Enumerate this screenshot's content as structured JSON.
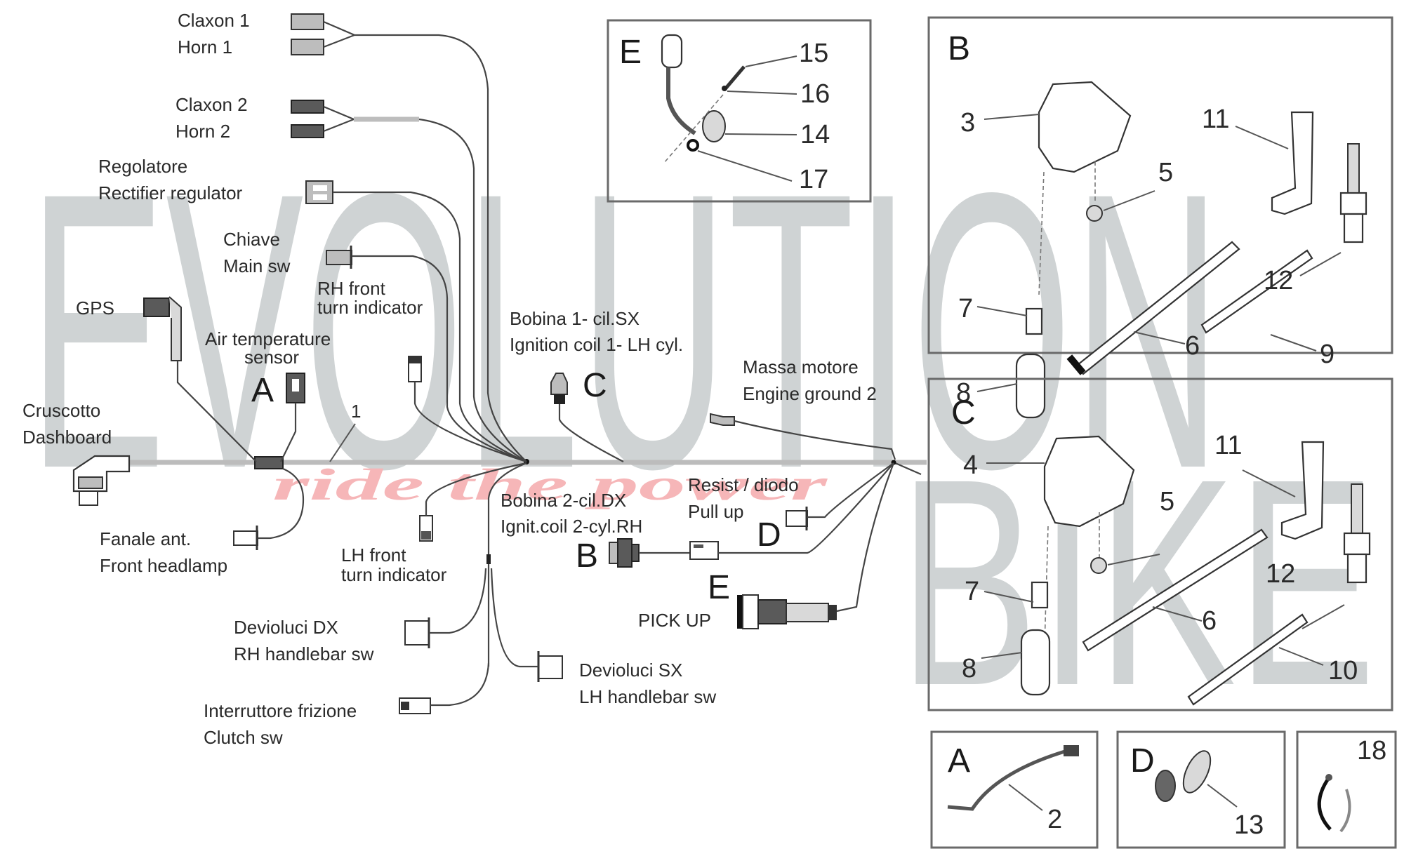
{
  "watermark": {
    "brand_line1": "EVOLUTION",
    "brand_line2": "BIKE",
    "slogan": "ride the power",
    "brand_color": "#cfd3d4",
    "slogan_color": "#f6b6b8"
  },
  "harness": {
    "item_number": "1",
    "connectors": [
      {
        "id": "horn1",
        "label_it": "Claxon 1",
        "label_en": "Horn 1"
      },
      {
        "id": "horn2",
        "label_it": "Claxon 2",
        "label_en": "Horn 2"
      },
      {
        "id": "regulator",
        "label_it": "Regolatore",
        "label_en": "Rectifier regulator"
      },
      {
        "id": "main-switch",
        "label_it": "Chiave",
        "label_en": "Main sw"
      },
      {
        "id": "rh-turn",
        "label_it": "RH front",
        "label_en": "turn indicator"
      },
      {
        "id": "gps",
        "label_it": "GPS",
        "label_en": ""
      },
      {
        "id": "air-temp",
        "label_it": "Air temperature",
        "label_en": "sensor",
        "ref": "A"
      },
      {
        "id": "dashboard",
        "label_it": "Cruscotto",
        "label_en": "Dashboard"
      },
      {
        "id": "headlamp",
        "label_it": "Fanale ant.",
        "label_en": "Front headlamp"
      },
      {
        "id": "lh-turn",
        "label_it": "LH front",
        "label_en": "turn indicator"
      },
      {
        "id": "rh-handlebar",
        "label_it": "Devioluci DX",
        "label_en": "RH handlebar sw"
      },
      {
        "id": "lh-handlebar",
        "label_it": "Devioluci SX",
        "label_en": "LH handlebar sw"
      },
      {
        "id": "clutch",
        "label_it": "Interruttore frizione",
        "label_en": "Clutch sw"
      },
      {
        "id": "coil1",
        "label_it": "Bobina 1- cil.SX",
        "label_en": "Ignition coil 1- LH cyl.",
        "ref": "C"
      },
      {
        "id": "coil2",
        "label_it": "Bobina 2-cil.DX",
        "label_en": "Ignit.coil 2-cyl.RH",
        "ref": "B"
      },
      {
        "id": "engine-ground",
        "label_it": "Massa motore",
        "label_en": "Engine ground 2"
      },
      {
        "id": "pull-up",
        "label_it": "Resist / diodo",
        "label_en": "Pull up",
        "ref": "D"
      },
      {
        "id": "pickup",
        "label_it": "PICK UP",
        "label_en": "",
        "ref": "E"
      }
    ]
  },
  "detail_panels": [
    {
      "id": "E",
      "title": "E",
      "callouts": [
        "15",
        "16",
        "14",
        "17"
      ]
    },
    {
      "id": "B",
      "title": "B",
      "callouts": [
        "3",
        "5",
        "11",
        "12",
        "7",
        "6",
        "8",
        "9"
      ]
    },
    {
      "id": "C",
      "title": "C",
      "callouts": [
        "4",
        "5",
        "11",
        "12",
        "7",
        "6",
        "8",
        "10"
      ]
    },
    {
      "id": "A",
      "title": "A",
      "callouts": [
        "2"
      ]
    },
    {
      "id": "D",
      "title": "D",
      "callouts": [
        "13"
      ]
    },
    {
      "id": "F",
      "title": "",
      "callouts": [
        "18"
      ]
    }
  ]
}
